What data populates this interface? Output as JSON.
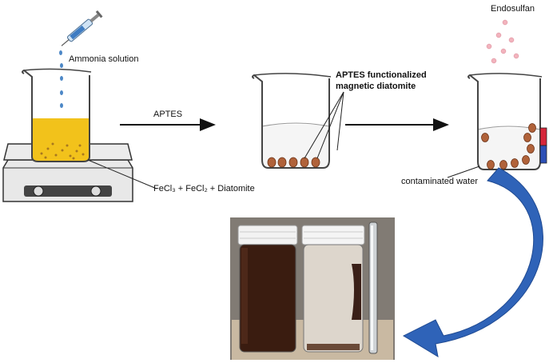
{
  "labels": {
    "ammonia": "Ammonia solution",
    "reagents": "FeCl₃ + FeCl₂ + Diatomite",
    "aptes": "APTES",
    "functionalized_line1": "APTES functionalized",
    "functionalized_line2": "magnetic diatomite",
    "endosulfan": "Endosulfan",
    "contaminated": "contaminated water"
  },
  "colors": {
    "solution_yellow": "#f2c21b",
    "particle_brown": "#b0623a",
    "arrow_blue": "#2f63b8",
    "magnet_red": "#d6263a",
    "magnet_blue": "#2c4fb6"
  }
}
